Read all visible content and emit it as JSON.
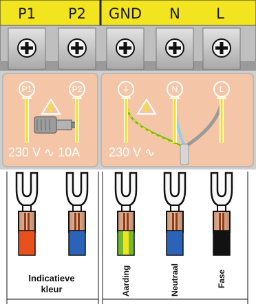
{
  "terminals": [
    {
      "label": "P1"
    },
    {
      "label": "P2"
    },
    {
      "label": "GND"
    },
    {
      "label": "N"
    },
    {
      "label": "L"
    }
  ],
  "panel": {
    "left_text": "230 V ∿ 10A",
    "right_text": "230 V ∿",
    "left_circles": [
      "P1",
      "P2"
    ],
    "right_circles": [
      "⏚",
      "N",
      "L"
    ]
  },
  "wires": {
    "indicative_line1": "Indicatieve",
    "indicative_line2": "kleur",
    "aarding": "Aarding",
    "neutraal": "Neutraal",
    "fase": "Fase"
  },
  "colors": {
    "header_yellow": "#f2e41f",
    "screw_block": "#c9c9c9",
    "panel_bg": "#f4c6a7",
    "panel_border": "#b9b9b9",
    "wire_orange": "#e8501e",
    "wire_blue": "#2b63b8",
    "wire_green": "#74b82e",
    "wire_black": "#121212",
    "arrow_yellow": "#f5df1a"
  }
}
